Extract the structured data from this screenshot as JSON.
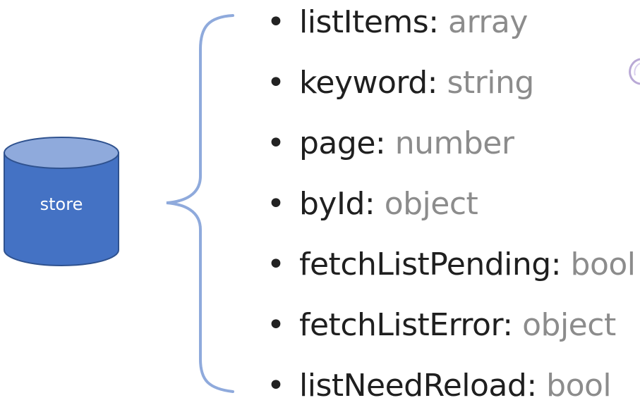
{
  "store": {
    "label": "store",
    "fill_color": "#4472C4",
    "top_color": "#8FAADC",
    "stroke_color": "#2F528F"
  },
  "brace": {
    "color": "#8FAADC"
  },
  "fields": [
    {
      "name": "listItems:",
      "type": "array"
    },
    {
      "name": "keyword:",
      "type": "string"
    },
    {
      "name": "page:",
      "type": "number"
    },
    {
      "name": "byId:",
      "type": "object"
    },
    {
      "name": "fetchListPending:",
      "type": "bool"
    },
    {
      "name": "fetchListError:",
      "type": "object"
    },
    {
      "name": "listNeedReload:",
      "type": "bool"
    }
  ],
  "bullet_char": "•"
}
